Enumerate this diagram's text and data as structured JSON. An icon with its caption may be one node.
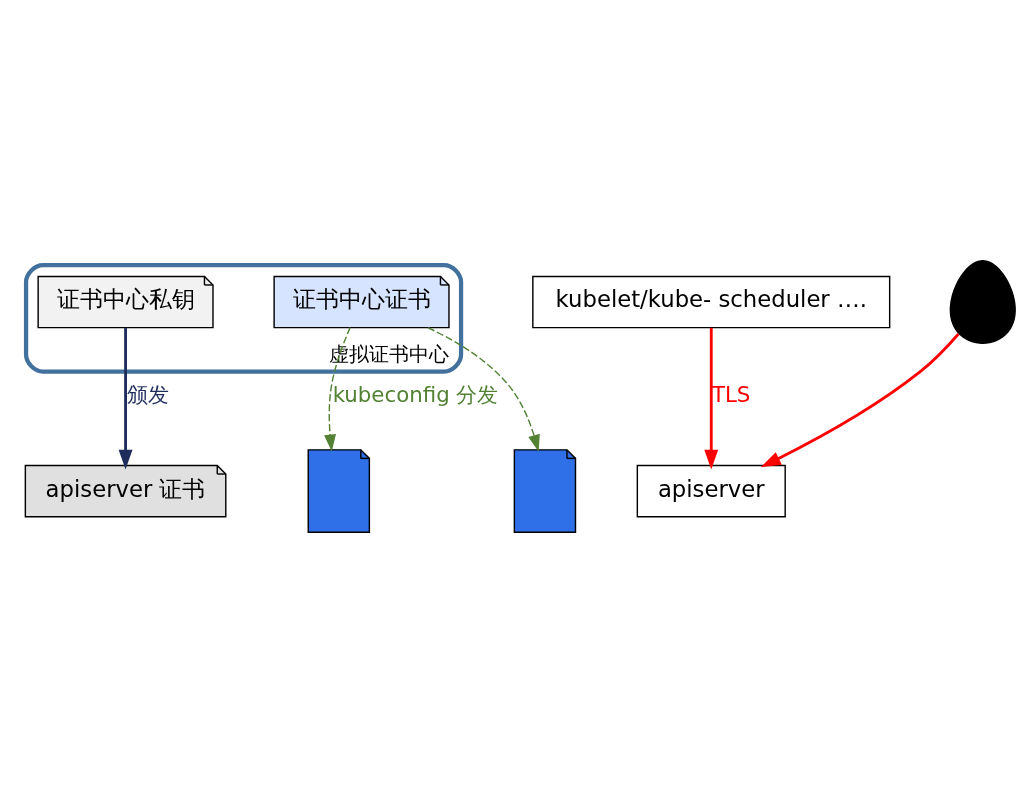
{
  "diagram": {
    "nodes": [
      {
        "text": [
          "虚拟证书中心"
        ]
      },
      {
        "text": [
          "证书中心私钥"
        ],
        "in": 0
      },
      {
        "text": [
          "证书中心证书"
        ],
        "in": 0
      },
      {
        "text": [
          "apiserver"
        ]
      },
      {
        "text": [
          "apiserver 证书"
        ]
      },
      {
        "text": [],
        "shape": "picture"
      },
      {
        "text": [
          "kubelet/kube- scheduler …."
        ]
      },
      {
        "text": [],
        "shape": "person"
      },
      {
        "text": [],
        "shape": "picture"
      }
    ],
    "edges": [
      {
        "from": 1,
        "to": 4,
        "arrow": "to",
        "label": "颁发",
        "color": "#1f2d5c"
      },
      {
        "from": 2,
        "to": 5,
        "arrow": "to",
        "style": "dashed",
        "label": "kubeconfig 分发",
        "color": "#548235"
      },
      {
        "from": 2,
        "to": 8,
        "arrow": "to",
        "style": "dashed",
        "color": "#548235"
      },
      {
        "from": 6,
        "to": 3,
        "arrow": "to",
        "label": "TLS",
        "color": "#ff0000"
      },
      {
        "from": 7,
        "to": 3,
        "arrow": "to",
        "color": "#ff0000"
      }
    ]
  }
}
